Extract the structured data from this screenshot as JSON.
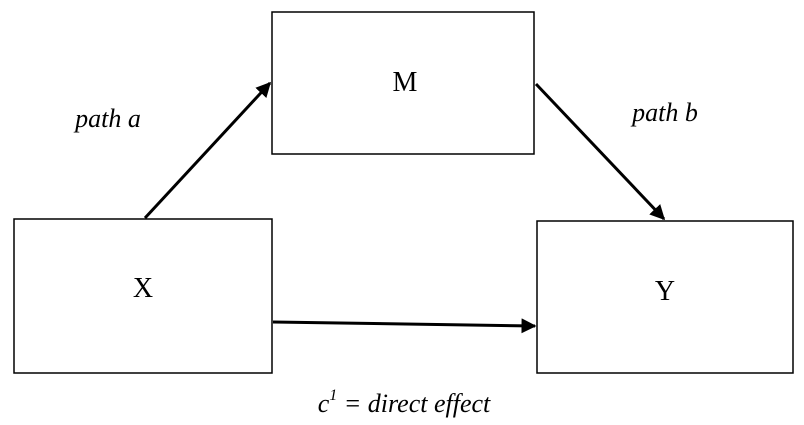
{
  "nodes": {
    "m": {
      "label": "M"
    },
    "x": {
      "label": "X"
    },
    "y": {
      "label": "Y"
    }
  },
  "edges": {
    "path_a": {
      "label": "path a"
    },
    "path_b": {
      "label": "path b"
    },
    "direct": {
      "label_base": "c",
      "label_sup": "1",
      "label_rest": " = direct effect"
    }
  }
}
